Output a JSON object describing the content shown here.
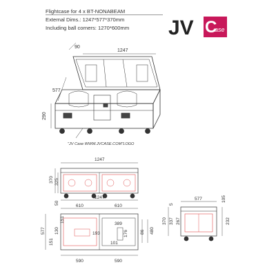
{
  "spec": {
    "title": "Flightcase for 4 x BT-NONABEAM",
    "dimensions": "External Dims.: 1247*577*370mm",
    "corners": "Including ball corners: 1270*600mm"
  },
  "brand": {
    "main": "JV",
    "badge_letter": "C",
    "badge_text": "ase",
    "brand_color": "#c8185a"
  },
  "iso": {
    "dims": {
      "depth_top": "90",
      "length": "1247",
      "width": "577",
      "height": "290"
    },
    "watermark": "\"JV Case WWW.JVCASE.COM\"LOGO"
  },
  "front_view": {
    "dims": {
      "length": "1247",
      "height_total": "370",
      "height_base": "325"
    }
  },
  "top_view": {
    "dims": {
      "overall": "1247",
      "left_lid": "610",
      "right_lid": "610",
      "side_offset": "50",
      "depth": "577",
      "left_a": "151",
      "left_b": "130",
      "left_c": "151",
      "inner_w": "389",
      "pocket_w": "193",
      "pocket_d": "176",
      "pocket_b": "101",
      "right_a": "86",
      "right_b": "480",
      "bottom_left": "590",
      "bottom_right": "590"
    }
  },
  "side_view": {
    "dims": {
      "width": "577",
      "top_gap": "5",
      "top_lid": "105",
      "h_total": "370",
      "h_a": "337",
      "h_b": "267",
      "h_right": "232"
    }
  },
  "colors": {
    "line": "#333333",
    "dim": "#555555",
    "cutout": "#e05050",
    "brand": "#c8185a"
  }
}
